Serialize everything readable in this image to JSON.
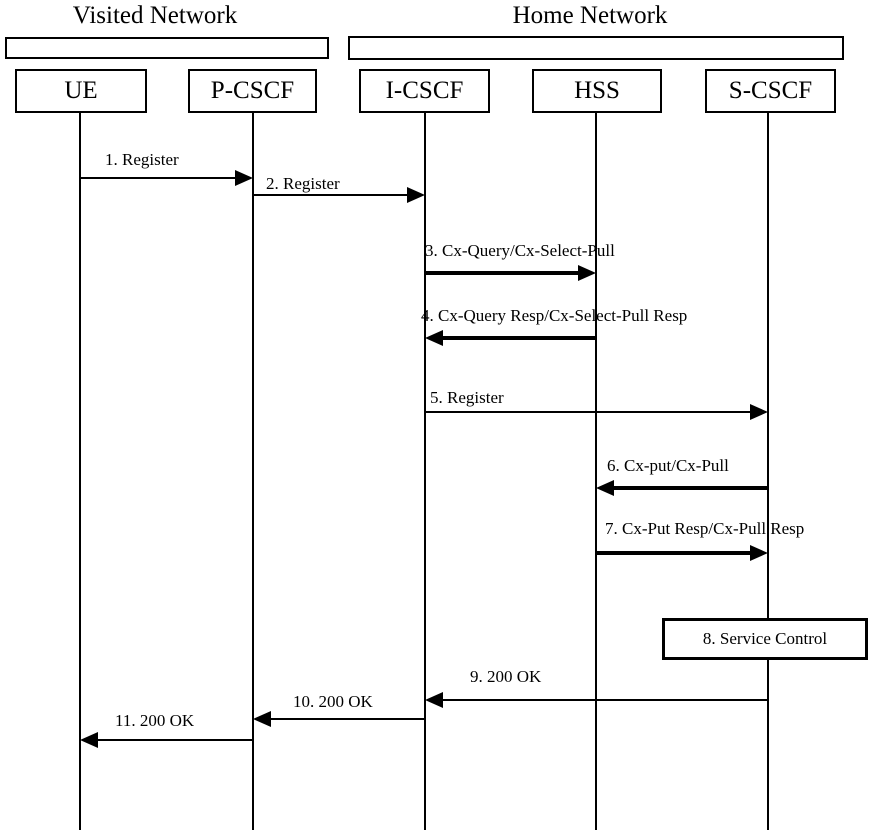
{
  "networks": [
    {
      "id": "visited",
      "label": "Visited Network"
    },
    {
      "id": "home",
      "label": "Home Network"
    }
  ],
  "entities": [
    {
      "id": "ue",
      "label": "UE",
      "network": "Visited Network"
    },
    {
      "id": "pcscf",
      "label": "P-CSCF",
      "network": "Visited Network"
    },
    {
      "id": "icscf",
      "label": "I-CSCF",
      "network": "Home Network"
    },
    {
      "id": "hss",
      "label": "HSS",
      "network": "Home Network"
    },
    {
      "id": "scscf",
      "label": "S-CSCF",
      "network": "Home Network"
    }
  ],
  "messages": [
    {
      "seq": 1,
      "label": "1. Register",
      "from": "UE",
      "to": "P-CSCF",
      "direction": "right",
      "weight": "thin"
    },
    {
      "seq": 2,
      "label": "2. Register",
      "from": "P-CSCF",
      "to": "I-CSCF",
      "direction": "right",
      "weight": "thin"
    },
    {
      "seq": 3,
      "label": "3. Cx-Query/Cx-Select-Pull",
      "from": "I-CSCF",
      "to": "HSS",
      "direction": "right",
      "weight": "thick"
    },
    {
      "seq": 4,
      "label": "4. Cx-Query Resp/Cx-Select-Pull Resp",
      "from": "HSS",
      "to": "I-CSCF",
      "direction": "left",
      "weight": "thick"
    },
    {
      "seq": 5,
      "label": "5. Register",
      "from": "I-CSCF",
      "to": "S-CSCF",
      "direction": "right",
      "weight": "thin"
    },
    {
      "seq": 6,
      "label": "6. Cx-put/Cx-Pull",
      "from": "S-CSCF",
      "to": "HSS",
      "direction": "left",
      "weight": "thick"
    },
    {
      "seq": 7,
      "label": "7. Cx-Put Resp/Cx-Pull Resp",
      "from": "HSS",
      "to": "S-CSCF",
      "direction": "right",
      "weight": "thick"
    },
    {
      "seq": 8,
      "label": "8. Service Control",
      "type": "action-box",
      "on": "S-CSCF"
    },
    {
      "seq": 9,
      "label": "9. 200 OK",
      "from": "S-CSCF",
      "to": "I-CSCF",
      "direction": "left",
      "weight": "thin"
    },
    {
      "seq": 10,
      "label": "10. 200 OK",
      "from": "I-CSCF",
      "to": "P-CSCF",
      "direction": "left",
      "weight": "thin"
    },
    {
      "seq": 11,
      "label": "11. 200 OK",
      "from": "P-CSCF",
      "to": "UE",
      "direction": "left",
      "weight": "thin"
    }
  ],
  "colors": {
    "background": "#ffffff",
    "line": "#000000",
    "text": "#000000"
  }
}
